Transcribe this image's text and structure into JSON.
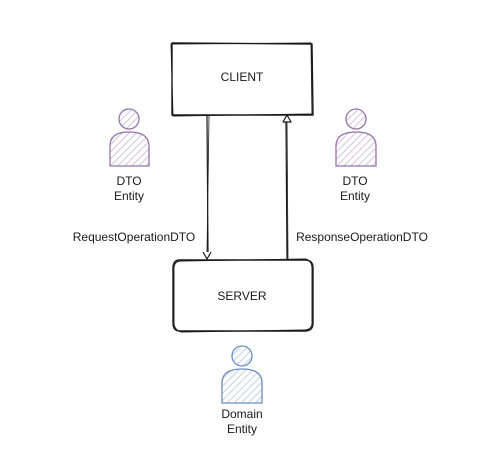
{
  "nodes": {
    "client": {
      "label": "CLIENT"
    },
    "server": {
      "label": "SERVER"
    }
  },
  "edges": {
    "request": {
      "label": "RequestOperationDTO"
    },
    "response": {
      "label": "ResponseOperationDTO"
    }
  },
  "actors": {
    "left": {
      "line1": "DTO",
      "line2": "Entity",
      "color": "#9673a6"
    },
    "right": {
      "line1": "DTO",
      "line2": "Entity",
      "color": "#9673a6"
    },
    "bottom": {
      "line1": "Domain",
      "line2": "Entity",
      "color": "#6c8ebf"
    }
  }
}
